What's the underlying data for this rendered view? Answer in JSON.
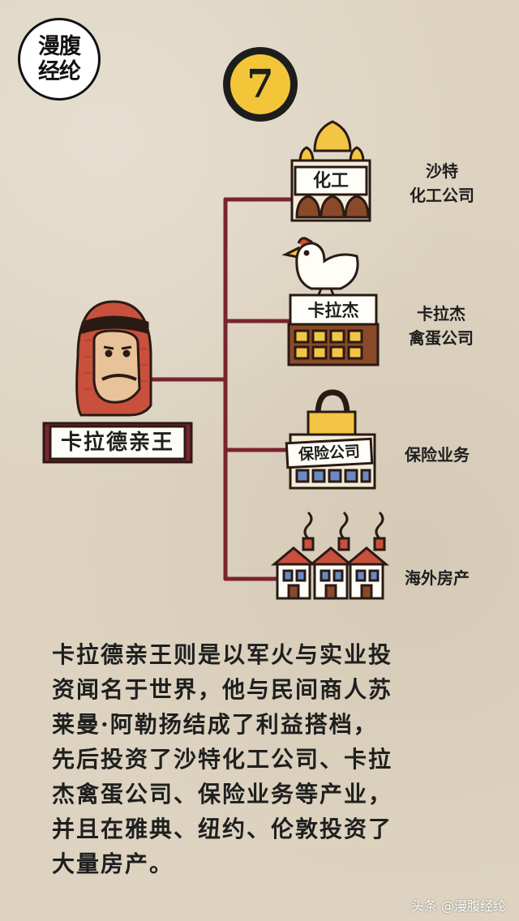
{
  "logo": {
    "line1": "漫腹",
    "line2": "经纶"
  },
  "step_number": "7",
  "root": {
    "label": "卡拉德亲王"
  },
  "branches": [
    {
      "sign": "化工",
      "line1": "沙特",
      "line2": "化工公司"
    },
    {
      "sign": "卡拉杰",
      "line1": "卡拉杰",
      "line2": "禽蛋公司"
    },
    {
      "sign": "保险公司",
      "line1": "保险业务",
      "line2": ""
    },
    {
      "sign": "",
      "line1": "海外房产",
      "line2": ""
    }
  ],
  "paragraph": "卡拉德亲王则是以军火与实业投\n资闻名于世界，他与民间商人苏\n莱曼·阿勒扬结成了利益搭档，\n先后投资了沙特化工公司、卡拉\n杰禽蛋公司、保险业务等产业，\n并且在雅典、纽约、伦敦投资了\n大量房产。",
  "watermark": "头条 @漫腹经纶",
  "colors": {
    "background": "#ddd3c0",
    "line": "#7a2430",
    "badge": "#f3c63a",
    "headscarf": "#c8503c"
  }
}
